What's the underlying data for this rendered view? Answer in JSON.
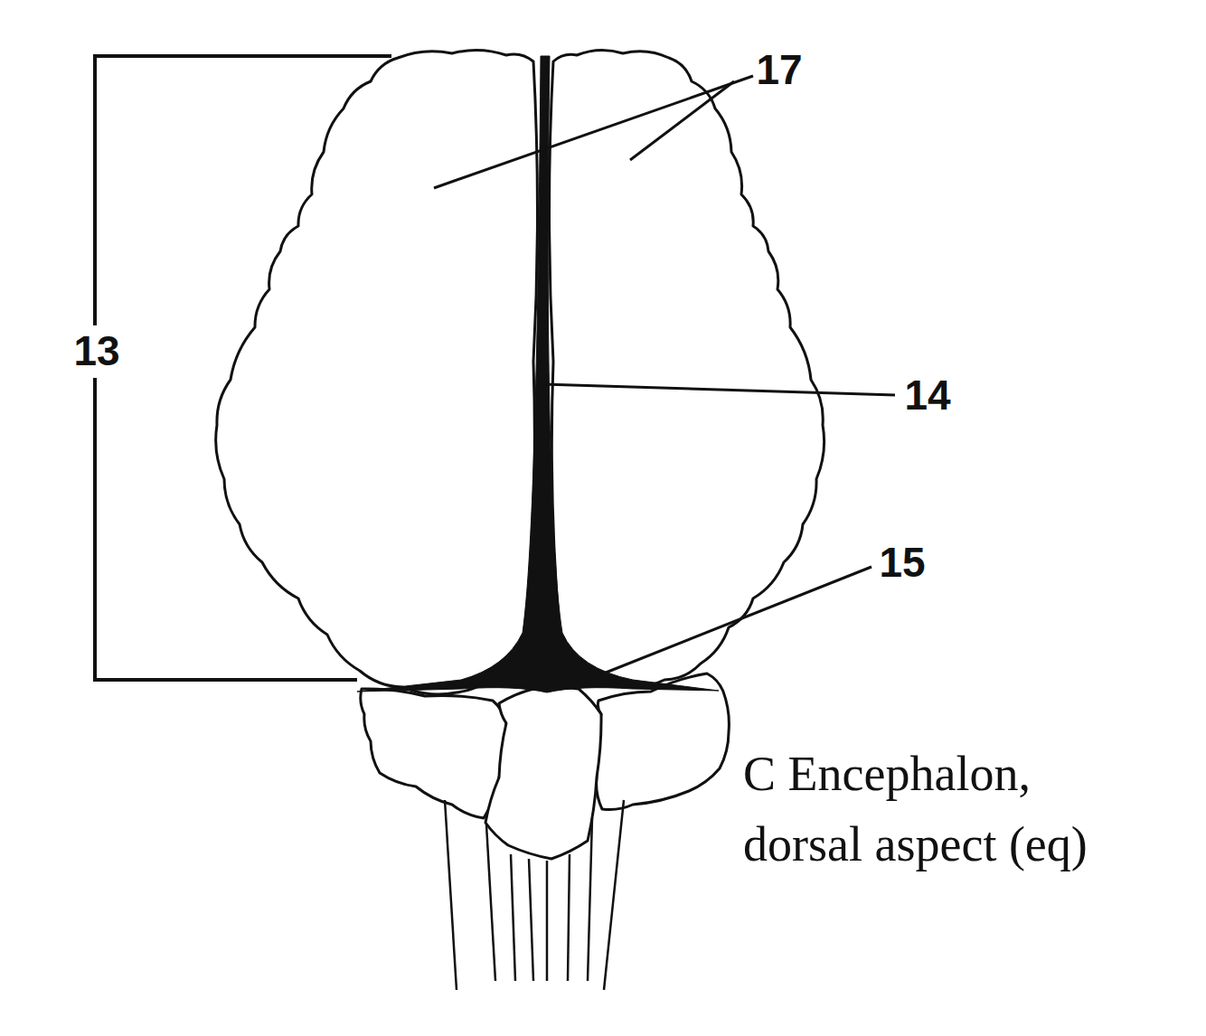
{
  "diagram": {
    "caption": "C Encephalon, dorsal aspect (eq)",
    "labels": [
      "17",
      "13",
      "14",
      "15"
    ]
  }
}
